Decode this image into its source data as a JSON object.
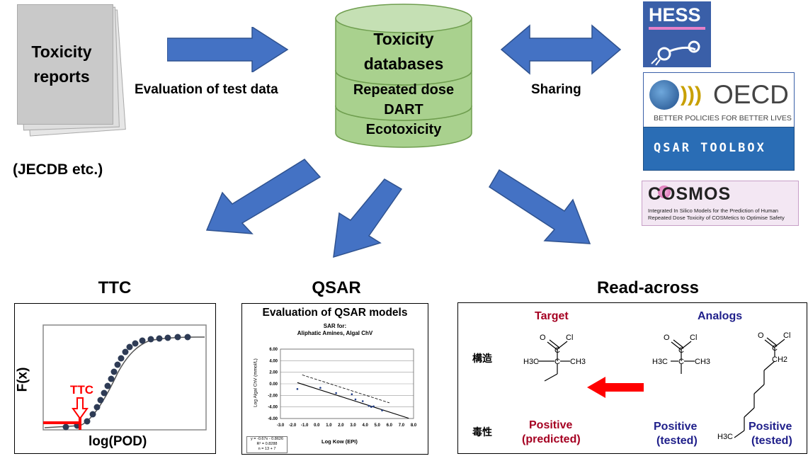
{
  "reports": {
    "title": "Toxicity reports",
    "note": "(JECDB etc.)"
  },
  "evaluation_label": "Evaluation of test data",
  "database": {
    "title_line1": "Toxicity",
    "title_line2": "databases",
    "items": [
      "Repeated dose",
      "DART",
      "Ecotoxicity"
    ]
  },
  "sharing_label": "Sharing",
  "logos": {
    "hess": "HESS",
    "oecd": "OECD",
    "oecd_tagline": "BETTER POLICIES FOR BETTER LIVES",
    "qsar_toolbox": "QSAR TOOLBOX",
    "cosmos": "COSMOS",
    "cosmos_desc": "Integrated In Silico Models for the Prediction of Human Repeated Dose Toxicity of COSMetics to Optimise Safety"
  },
  "sections": {
    "ttc": "TTC",
    "qsar": "QSAR",
    "read_across": "Read-across"
  },
  "ttc_panel": {
    "ylabel": "F(x)",
    "xlabel": "log(POD)",
    "marker": "TTC"
  },
  "qsar_panel": {
    "title": "Evaluation of QSAR models",
    "sar_line1": "SAR for:",
    "sar_line2": "Aliphatic Amines, Algal ChV",
    "ylabel": "Log Algal ChV (mmol/L)",
    "xlabel": "Log Kow (EPI)",
    "equation": [
      "y = -0.67x - 0.8626",
      "R² = 0.8288",
      "n = 13 + 7"
    ]
  },
  "chart_data": {
    "type": "scatter",
    "title": "SAR for: Aliphatic Amines, Algal ChV",
    "xlabel": "Log Kow (EPI)",
    "ylabel": "Log Algal ChV (mmol/L)",
    "xlim": [
      -3.0,
      8.0
    ],
    "ylim": [
      -6.0,
      6.0
    ],
    "xticks": [
      "-3.0",
      "-2.0",
      "-1.0",
      "0.0",
      "1.0",
      "2.0",
      "3.0",
      "4.0",
      "5.0",
      "6.0",
      "7.0",
      "8.0"
    ],
    "yticks": [
      "6.00",
      "4.00",
      "2.00",
      "0.00",
      "-2.00",
      "-4.00",
      "-6.00"
    ],
    "series": [
      {
        "values": [
          [
            -1.6,
            -0.9
          ],
          [
            0.3,
            -0.7
          ],
          [
            1.6,
            -1.6
          ],
          [
            2.9,
            -1.8
          ],
          [
            3.2,
            -2.7
          ],
          [
            3.8,
            -3.0
          ],
          [
            4.3,
            -3.8
          ],
          [
            4.5,
            -4.0
          ],
          [
            4.7,
            -3.9
          ],
          [
            5.4,
            -4.6
          ]
        ]
      }
    ],
    "trendline": {
      "slope": -0.67,
      "intercept": -0.8626
    },
    "grid": true
  },
  "read_across_panel": {
    "target_label": "Target",
    "analogs_label": "Analogs",
    "row_structure": "構造",
    "row_toxicity": "毒性",
    "target_result_1": "Positive",
    "target_result_2": "(predicted)",
    "analog1_result_1": "Positive",
    "analog1_result_2": "(tested)",
    "analog2_result_1": "Positive",
    "analog2_result_2": "(tested)",
    "chem": {
      "o": "O",
      "cl": "Cl",
      "c": "C",
      "h3c": "H3C",
      "ch3": "CH3",
      "ch2": "CH2"
    }
  },
  "colors": {
    "arrow": "#4472c4",
    "db_green": "#a9d18e",
    "red": "#ff0000",
    "navy": "#1f1f8a",
    "target_red": "#a50021"
  }
}
